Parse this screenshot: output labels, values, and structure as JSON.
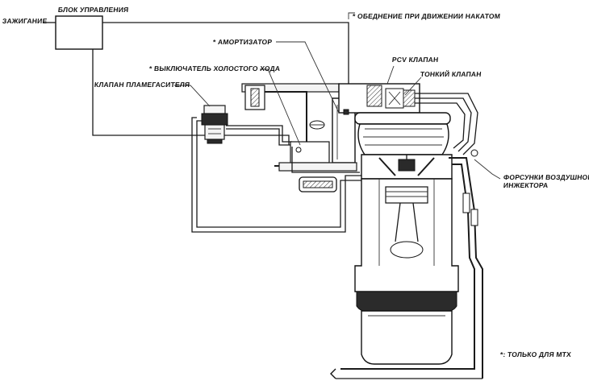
{
  "labels": {
    "control_unit": "БЛОК УПРАВЛЕНИЯ",
    "ignition": "ЗАЖИГАНИЕ",
    "lean_on_coast": "ОБЕДНЕНИЕ ПРИ ДВИЖЕНИИ НАКАТОМ",
    "damper": "АМОРТИЗАТОР",
    "pcv_valve": "PCV КЛАПАН",
    "idle_switch": "ВЫКЛЮЧАТЕЛЬ ХОЛОСТОГО ХОДА",
    "fine_valve": "ТОНКИЙ КЛАПАН",
    "flame_arrester_valve": "КЛАПАН ПЛАМЕГАСИТЕЛЯ",
    "air_injector_nozzles_line1": "ФОРСУНКИ ВОЗДУШНОГО",
    "air_injector_nozzles_line2": "ИНЖЕКТОРА",
    "mtx_only_note": "*: ТОЛЬКО ДЛЯ МТХ"
  },
  "markers": {
    "asterisk": "*"
  }
}
